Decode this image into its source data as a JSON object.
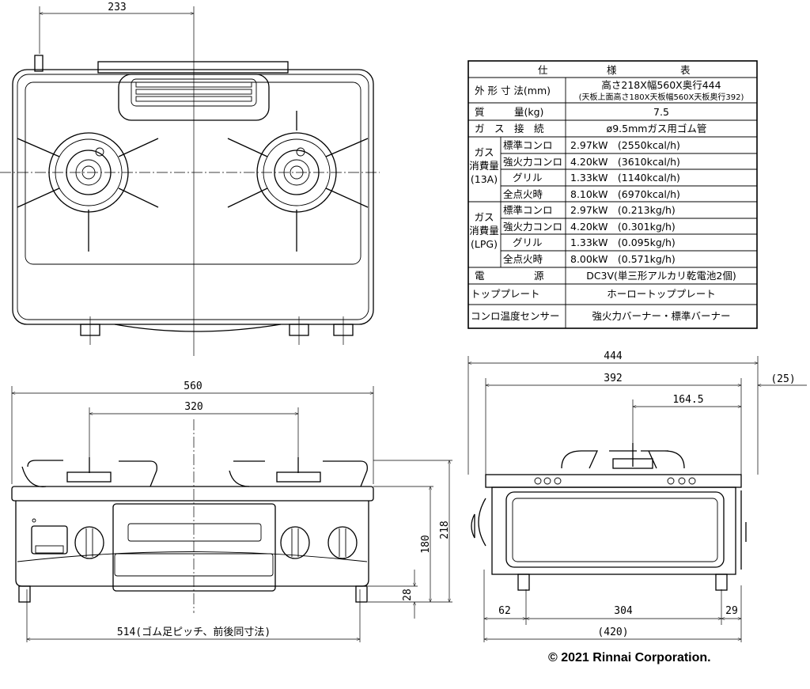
{
  "dimensions": {
    "top_233": "233",
    "front_560": "560",
    "front_320": "320",
    "front_218": "218",
    "front_180": "180",
    "front_28": "28",
    "front_514": "514(ゴム足ピッチ、前後同寸法)",
    "side_444": "444",
    "side_392": "392",
    "side_25": "(25)",
    "side_164_5": "164.5",
    "side_62": "62",
    "side_304": "304",
    "side_29": "29",
    "side_420": "(420)"
  },
  "spec_table": {
    "title": [
      "仕",
      "様",
      "表"
    ],
    "rows": [
      {
        "label": "外 形 寸 法(mm)",
        "value": "高さ218X幅560X奥行444",
        "value2": "(天板上面高さ180X天板幅560X天板奥行392)"
      },
      {
        "label": "質　　　量(kg)",
        "value": "7.5"
      },
      {
        "label": "ガ　ス　接　続",
        "value": "ø9.5mmガス用ゴム管"
      }
    ],
    "gas_13a": {
      "group": [
        "ガス",
        "消費量",
        "(13A)"
      ],
      "items": [
        {
          "label": "標準コンロ",
          "value": "2.97kW　(2550kcal/h)"
        },
        {
          "label": "強火力コンロ",
          "value": "4.20kW　(3610kcal/h)"
        },
        {
          "label": "グリル",
          "value": "1.33kW　(1140kcal/h)"
        },
        {
          "label": "全点火時",
          "value": "8.10kW　(6970kcal/h)"
        }
      ]
    },
    "gas_lpg": {
      "group": [
        "ガス",
        "消費量",
        "(LPG)"
      ],
      "items": [
        {
          "label": "標準コンロ",
          "value": "2.97kW　(0.213kg/h)"
        },
        {
          "label": "強火力コンロ",
          "value": "4.20kW　(0.301kg/h)"
        },
        {
          "label": "グリル",
          "value": "1.33kW　(0.095kg/h)"
        },
        {
          "label": "全点火時",
          "value": "8.00kW　(0.571kg/h)"
        }
      ]
    },
    "bottom_rows": [
      {
        "label": "電　　　　　源",
        "value": "DC3V(単三形アルカリ乾電池2個)"
      },
      {
        "label": "トッププレート",
        "value": "ホーロートッププレート"
      },
      {
        "label": "コンロ温度センサー",
        "value": "強火力バーナー・標準バーナー"
      }
    ]
  },
  "copyright": "© 2021 Rinnai Corporation."
}
